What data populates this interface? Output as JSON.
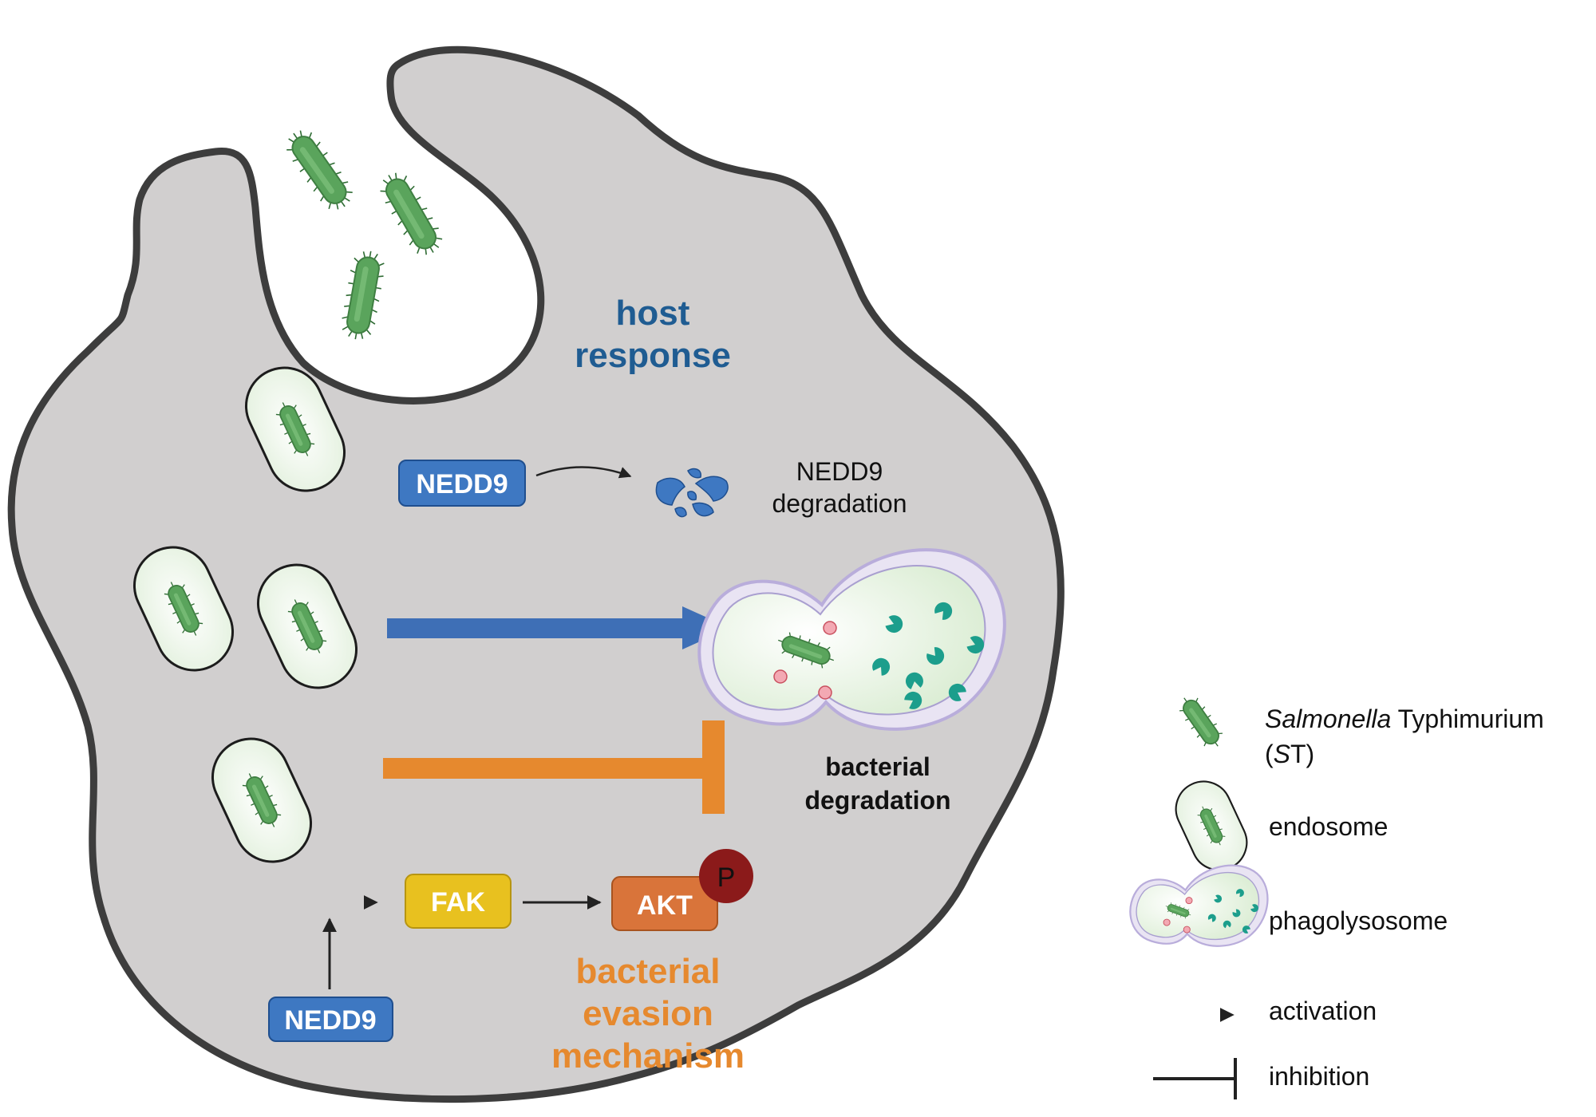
{
  "labels": {
    "host_response_line1": "host",
    "host_response_line2": "response",
    "nedd9_degradation_line1": "NEDD9",
    "nedd9_degradation_line2": "degradation",
    "bacterial_degradation_line1": "bacterial",
    "bacterial_degradation_line2": "degradation",
    "evasion_line1": "bacterial",
    "evasion_line2": "evasion",
    "evasion_line3": "mechanism"
  },
  "boxes": {
    "nedd9_top": "NEDD9",
    "nedd9_bottom": "NEDD9",
    "fak": "FAK",
    "akt": "AKT",
    "phospho": "P"
  },
  "legend": {
    "salmonella_italic": "Salmonella",
    "salmonella_rest": " Typhimurium",
    "salmonella_abbrev_open": "(",
    "salmonella_abbrev_italic": "S",
    "salmonella_abbrev_rest": "T)",
    "endosome": "endosome",
    "phagolysosome": "phagolysosome",
    "activation": "activation",
    "inhibition": "inhibition"
  },
  "colors": {
    "cell_fill": "#d1cfcf",
    "cell_outline": "#3d3d3d",
    "host_blue": "#1f5c92",
    "nedd9_blue": "#3e78c2",
    "evasion_orange": "#e6892e",
    "fak_yellow": "#e8c11f",
    "akt_orange": "#d9743a",
    "phospho_red": "#8b1a1a",
    "bacterium_green": "#5aa45c",
    "teal": "#1c9e8c"
  }
}
